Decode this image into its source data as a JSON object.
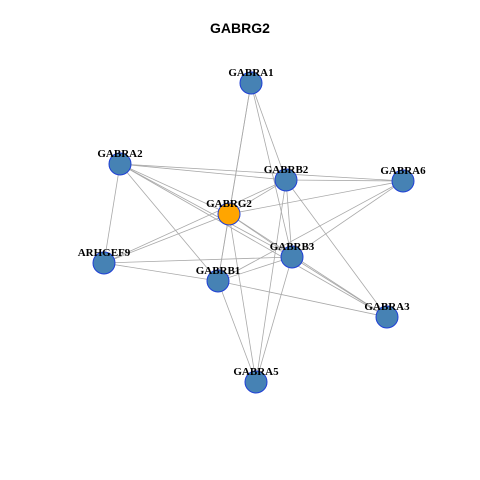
{
  "title": "GABRG2",
  "colors": {
    "node": "#4682b4",
    "hub": "#ffa500",
    "edge": "#a9a9a9",
    "border": "#1f3fd6"
  },
  "nodes": [
    {
      "id": "GABRA1",
      "label": "GABRA1",
      "hub": false
    },
    {
      "id": "GABRA2",
      "label": "GABRA2",
      "hub": false
    },
    {
      "id": "GABRB2",
      "label": "GABRB2",
      "hub": false
    },
    {
      "id": "GABRA6",
      "label": "GABRA6",
      "hub": false
    },
    {
      "id": "GABRG2",
      "label": "GABRG2",
      "hub": true
    },
    {
      "id": "ARHGEF9",
      "label": "ARHGEF9",
      "hub": false
    },
    {
      "id": "GABRB3",
      "label": "GABRB3",
      "hub": false
    },
    {
      "id": "GABRB1",
      "label": "GABRB1",
      "hub": false
    },
    {
      "id": "GABRA3",
      "label": "GABRA3",
      "hub": false
    },
    {
      "id": "GABRA5",
      "label": "GABRA5",
      "hub": false
    }
  ],
  "edges": [
    [
      "GABRA1",
      "GABRG2"
    ],
    [
      "GABRA1",
      "GABRB2"
    ],
    [
      "GABRA1",
      "GABRB3"
    ],
    [
      "GABRA1",
      "GABRB1"
    ],
    [
      "GABRA2",
      "GABRG2"
    ],
    [
      "GABRA2",
      "GABRB2"
    ],
    [
      "GABRA2",
      "GABRA6"
    ],
    [
      "GABRA2",
      "ARHGEF9"
    ],
    [
      "GABRA2",
      "GABRB3"
    ],
    [
      "GABRA2",
      "GABRB1"
    ],
    [
      "GABRA2",
      "GABRA3"
    ],
    [
      "GABRB2",
      "GABRA6"
    ],
    [
      "GABRB2",
      "GABRG2"
    ],
    [
      "GABRB2",
      "ARHGEF9"
    ],
    [
      "GABRB2",
      "GABRA3"
    ],
    [
      "GABRB2",
      "GABRA5"
    ],
    [
      "GABRB2",
      "GABRB3"
    ],
    [
      "GABRA6",
      "GABRG2"
    ],
    [
      "GABRA6",
      "GABRB3"
    ],
    [
      "GABRA6",
      "GABRB1"
    ],
    [
      "GABRG2",
      "ARHGEF9"
    ],
    [
      "GABRG2",
      "GABRB3"
    ],
    [
      "GABRG2",
      "GABRB1"
    ],
    [
      "GABRG2",
      "GABRA5"
    ],
    [
      "GABRG2",
      "GABRA3"
    ],
    [
      "ARHGEF9",
      "GABRB3"
    ],
    [
      "ARHGEF9",
      "GABRB1"
    ],
    [
      "GABRB3",
      "GABRA5"
    ],
    [
      "GABRB3",
      "GABRA3"
    ],
    [
      "GABRB3",
      "GABRB1"
    ],
    [
      "GABRB1",
      "GABRA5"
    ],
    [
      "GABRB1",
      "GABRA3"
    ]
  ]
}
